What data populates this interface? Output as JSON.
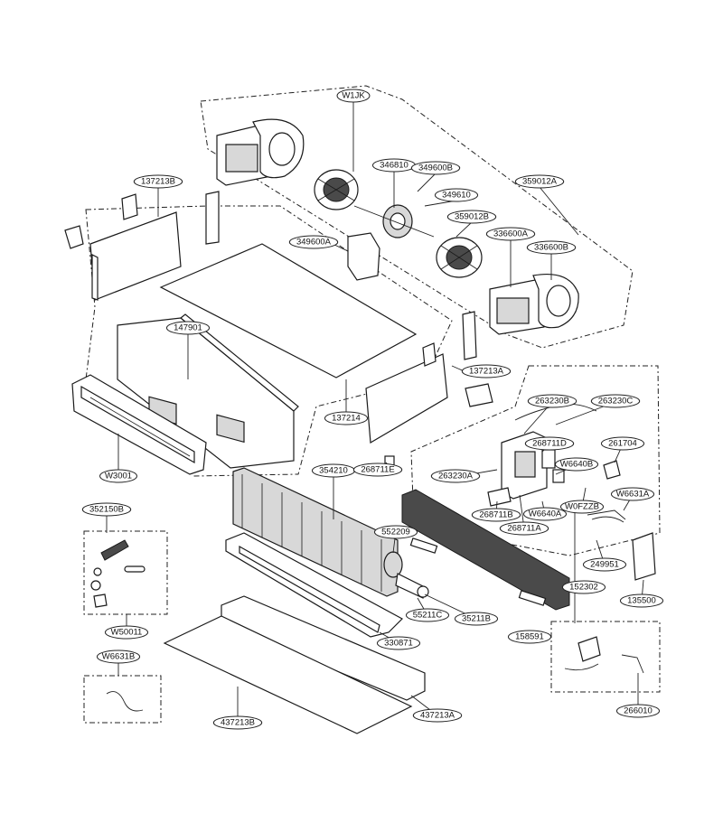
{
  "labels": [
    {
      "id": "W1JK",
      "text": "W1JK"
    },
    {
      "id": "137213B",
      "text": "137213B"
    },
    {
      "id": "346810",
      "text": "346810"
    },
    {
      "id": "349600B",
      "text": "349600B"
    },
    {
      "id": "349610",
      "text": "349610"
    },
    {
      "id": "359012A",
      "text": "359012A"
    },
    {
      "id": "359012B",
      "text": "359012B"
    },
    {
      "id": "349600A",
      "text": "349600A"
    },
    {
      "id": "336600A",
      "text": "336600A"
    },
    {
      "id": "336600B",
      "text": "336600B"
    },
    {
      "id": "147901",
      "text": "147901"
    },
    {
      "id": "137213A",
      "text": "137213A"
    },
    {
      "id": "137214",
      "text": "137214"
    },
    {
      "id": "263230B",
      "text": "263230B"
    },
    {
      "id": "263230C",
      "text": "263230C"
    },
    {
      "id": "268711D",
      "text": "268711D"
    },
    {
      "id": "261704",
      "text": "261704"
    },
    {
      "id": "W6640B",
      "text": "W6640B"
    },
    {
      "id": "W3001",
      "text": "W3001"
    },
    {
      "id": "354210",
      "text": "354210"
    },
    {
      "id": "268711E",
      "text": "268711E"
    },
    {
      "id": "263230A",
      "text": "263230A"
    },
    {
      "id": "W0FZZB",
      "text": "W0FZZB"
    },
    {
      "id": "W6631A",
      "text": "W6631A"
    },
    {
      "id": "268711B",
      "text": "268711B"
    },
    {
      "id": "W6640A",
      "text": "W6640A"
    },
    {
      "id": "268711A",
      "text": "268711A"
    },
    {
      "id": "352150B",
      "text": "352150B"
    },
    {
      "id": "552209",
      "text": "552209"
    },
    {
      "id": "249951",
      "text": "249951"
    },
    {
      "id": "135500",
      "text": "135500"
    },
    {
      "id": "152302",
      "text": "152302"
    },
    {
      "id": "W50011",
      "text": "W50011"
    },
    {
      "id": "55211C",
      "text": "55211C"
    },
    {
      "id": "35211B",
      "text": "35211B"
    },
    {
      "id": "158591",
      "text": "158591"
    },
    {
      "id": "330871",
      "text": "330871"
    },
    {
      "id": "W6631B",
      "text": "W6631B"
    },
    {
      "id": "437213A",
      "text": "437213A"
    },
    {
      "id": "437213B",
      "text": "437213B"
    },
    {
      "id": "266010",
      "text": "266010"
    }
  ]
}
